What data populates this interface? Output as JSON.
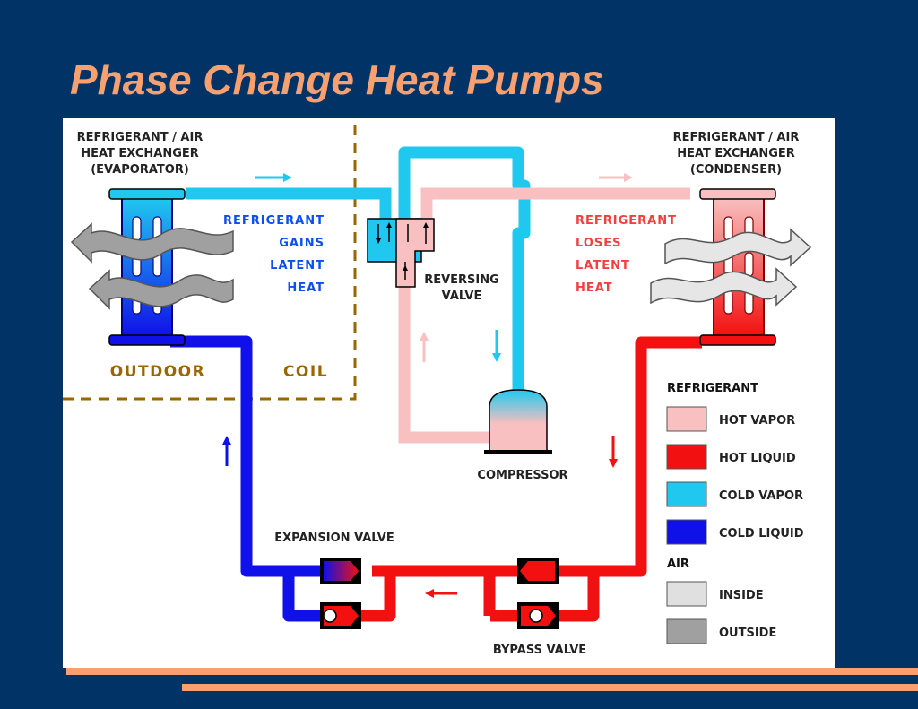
{
  "slide": {
    "title": "Phase Change Heat Pumps"
  },
  "diagram": {
    "evaporator": {
      "label_line1": "REFRIGERANT / AIR",
      "label_line2": "HEAT EXCHANGER",
      "label_line3": "(EVAPORATOR)",
      "note_line1": "REFRIGERANT",
      "note_line2": "GAINS",
      "note_line3": "LATENT",
      "note_line4": "HEAT"
    },
    "condenser": {
      "label_line1": "REFRIGERANT / AIR",
      "label_line2": "HEAT EXCHANGER",
      "label_line3": "(CONDENSER)",
      "note_line1": "REFRIGERANT",
      "note_line2": "LOSES",
      "note_line3": "LATENT",
      "note_line4": "HEAT"
    },
    "outdoor_coil": {
      "word1": "OUTDOOR",
      "word2": "COIL"
    },
    "reversing_valve": {
      "line1": "REVERSING",
      "line2": "VALVE"
    },
    "compressor": {
      "label": "COMPRESSOR"
    },
    "expansion_valve": {
      "label": "EXPANSION VALVE"
    },
    "bypass_valve": {
      "label": "BYPASS VALVE"
    },
    "legend": {
      "refrigerant_heading": "REFRIGERANT",
      "air_heading": "AIR",
      "items": [
        {
          "label": "HOT VAPOR",
          "color": "#F8C0C0"
        },
        {
          "label": "HOT LIQUID",
          "color": "#F21010"
        },
        {
          "label": "COLD VAPOR",
          "color": "#20C8F0"
        },
        {
          "label": "COLD LIQUID",
          "color": "#1010E8"
        },
        {
          "label": "INSIDE",
          "color": "#E0E0E0"
        },
        {
          "label": "OUTSIDE",
          "color": "#A0A0A0"
        }
      ]
    },
    "colors": {
      "background": "#013366",
      "title": "#F9A070",
      "hot_vapor": "#F8C0C0",
      "hot_liquid": "#F21010",
      "cold_vapor": "#20C8F0",
      "cold_liquid": "#1010E8",
      "label_brown": "#996600"
    }
  }
}
